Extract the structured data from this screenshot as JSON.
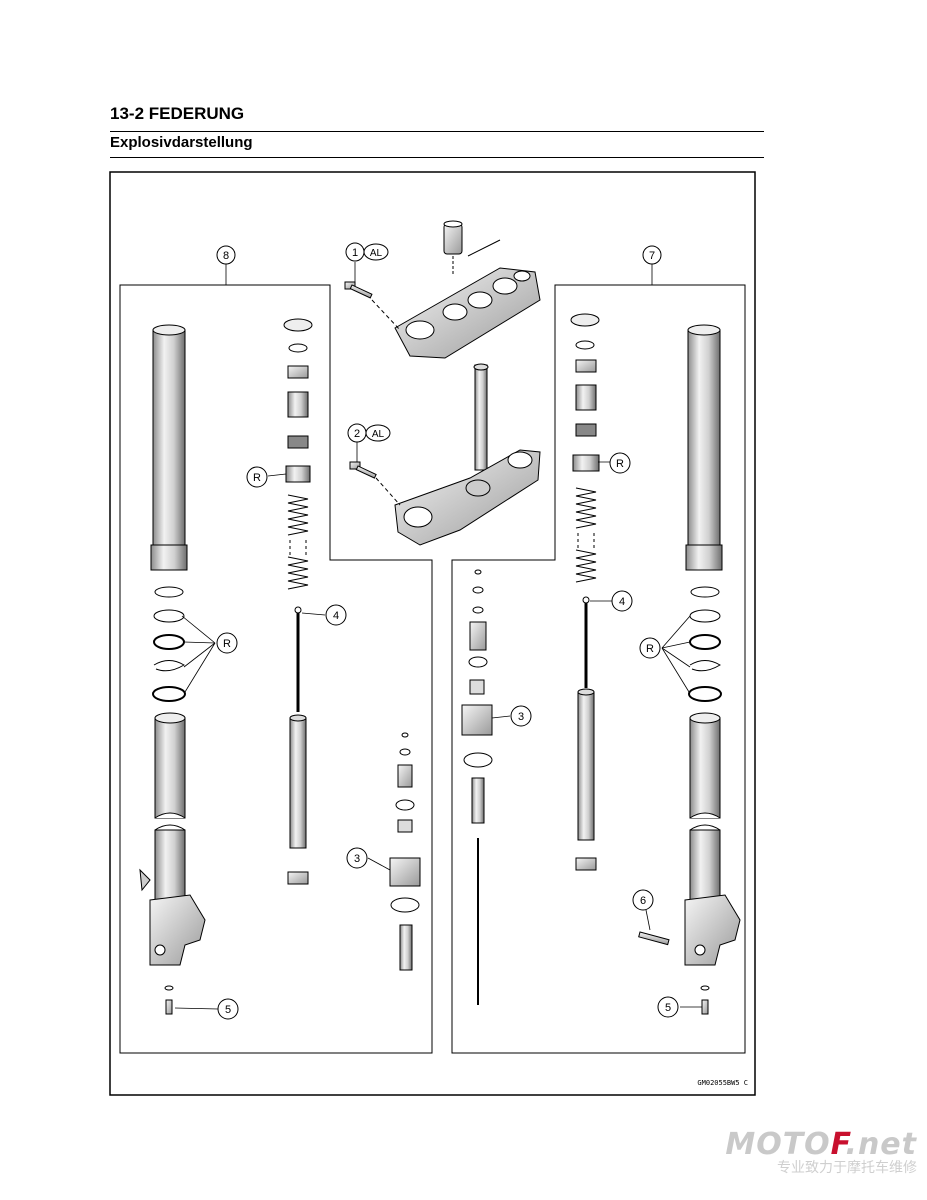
{
  "header": {
    "chapter_title": "13-2 FEDERUNG",
    "section_title": "Explosivdarstellung"
  },
  "diagram": {
    "callouts": {
      "c1": "1",
      "c1_tag": "AL",
      "c2": "2",
      "c2_tag": "AL",
      "c3": "3",
      "c4": "4",
      "c5": "5",
      "c6": "6",
      "c7": "7",
      "c8": "8",
      "r": "R"
    },
    "figure_code": "GM02055BW5 C"
  },
  "watermark": {
    "logo_main": "MOTO",
    "logo_accent": "F",
    "logo_suffix": ".net",
    "subtitle": "专业致力于摩托车维修"
  },
  "colors": {
    "line": "#000000",
    "part_fill": "#e6e6e6",
    "watermark_grey": "#c9c9c9",
    "watermark_red": "#c8102e"
  }
}
